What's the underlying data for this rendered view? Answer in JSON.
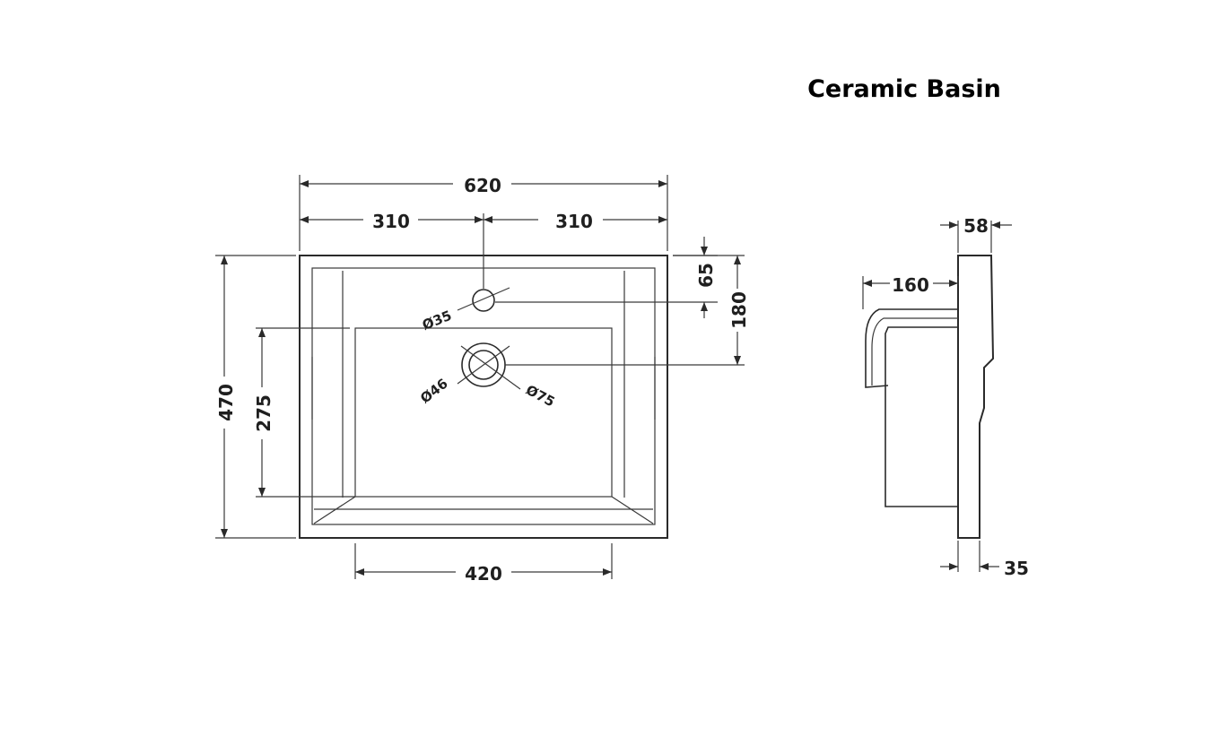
{
  "title": "Ceramic Basin",
  "plan_view": {
    "overall_width": "620",
    "half_width_left": "310",
    "half_width_right": "310",
    "overall_depth": "470",
    "bowl_depth": "275",
    "bowl_width": "420",
    "tap_hole_offset": "65",
    "waste_offset": "180",
    "tap_hole_diameter": "Ø35",
    "waste_inner_diameter": "Ø46",
    "waste_outer_diameter": "Ø75"
  },
  "side_view": {
    "top_thickness": "58",
    "projection": "160",
    "bottom_thickness": "35"
  }
}
